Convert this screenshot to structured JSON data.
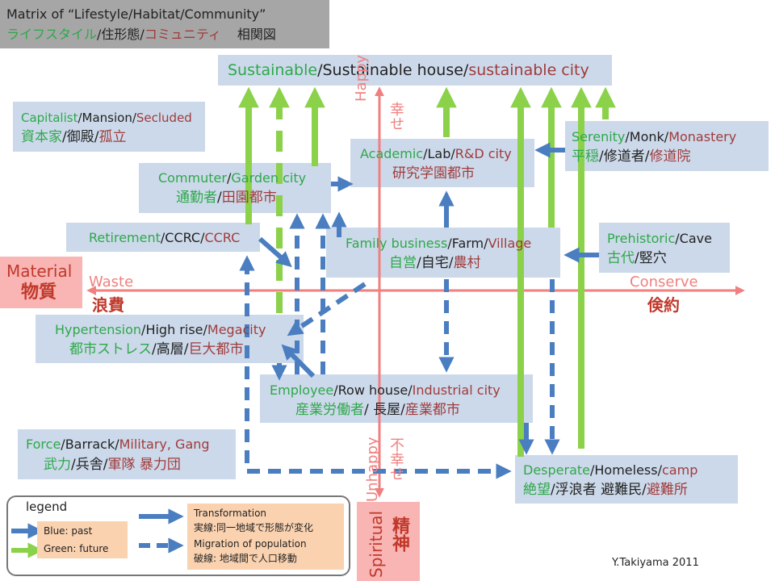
{
  "title": {
    "line1": "Matrix of “Lifestyle/Habitat/Community”",
    "line2_green": "ライフスタイル",
    "line2_sep1": "/住形態/",
    "line2_red": "コミュニティ",
    "line2_tail": "相関図"
  },
  "top": {
    "green": "Sustainable",
    "mid": "/Sustainable house/",
    "red": "sustainable city"
  },
  "axes": {
    "happy": "Happy",
    "happy_jp": "幸せ",
    "unhappy": "Unhappy",
    "unhappy_jp": "不幸せ",
    "spiritual": "Spiritual",
    "spiritual_jp": "精神",
    "material": "Material",
    "material_jp": "物質",
    "waste": "Waste",
    "waste_jp": "浪費",
    "conserve": "Conserve",
    "conserve_jp": "倹約"
  },
  "nodes": {
    "capitalist": {
      "g": "Capitalist",
      "s1": "/Mansion/",
      "r": "Secluded",
      "jp_g": "資本家",
      "jp_s": "/御殿/",
      "jp_r": "孤立"
    },
    "serenity": {
      "g": "Serenity",
      "s1": "/Monk/",
      "r": "Monastery",
      "jp_g": "平穏",
      "jp_s": "/修道者/",
      "jp_r": "修道院"
    },
    "academic": {
      "g": "Academic",
      "s1": "/Lab/",
      "r": "R&D city",
      "jp": "研究学園都市"
    },
    "commuter": {
      "g": "Commuter",
      "s1": "/",
      "r": "Garden city",
      "jp_g": "通勤者",
      "jp_s": "/",
      "jp_r": "田園都市"
    },
    "retirement": {
      "g": "Retirement",
      "s1": "/CCRC/",
      "r": "CCRC"
    },
    "family": {
      "g": "Family business",
      "s1": "/Farm/",
      "r": "Village",
      "jp_g": "自営",
      "jp_s": "/自宅/",
      "jp_r": "農村"
    },
    "prehistoric": {
      "g": "Prehistoric",
      "s1": "/Cave",
      "jp_g": "古代",
      "jp_s": "/竪穴"
    },
    "hypertension": {
      "g": "Hypertension",
      "s1": "/High rise/",
      "r": "Megacity",
      "jp_g": "都市ストレス",
      "jp_s": "/高層/",
      "jp_r": "巨大都市"
    },
    "employee": {
      "g": "Employee",
      "s1": "/Row house/",
      "r": "Industrial city",
      "jp_g": "産業労働者",
      "jp_s": "/ 長屋/",
      "jp_r": "産業都市"
    },
    "force": {
      "g": "Force",
      "s1": "/Barrack/",
      "r": "Military, Gang",
      "jp_g": "武力",
      "jp_s": "/兵舎/",
      "jp_r": "軍隊 暴力団"
    },
    "desperate": {
      "g": "Desperate",
      "s1": "/Homeless/",
      "r": "camp",
      "jp_g": "絶望",
      "jp_s": "/浮浪者 避難民/",
      "jp_r": "避難所"
    }
  },
  "legend": {
    "title": "legend",
    "blue": "Blue:  past",
    "green": "Green:  future",
    "transformation": "Transformation",
    "transformation_jp": "実線:同一地域で形態が変化",
    "migration": "Migration of population",
    "migration_jp": "破線: 地域間で人口移動"
  },
  "credit": "Y.Takiyama 2011",
  "colors": {
    "blue": "#4a7ec0",
    "green": "#8cd14a",
    "axis": "#f08080",
    "node_bg": "#ccd9ea"
  }
}
